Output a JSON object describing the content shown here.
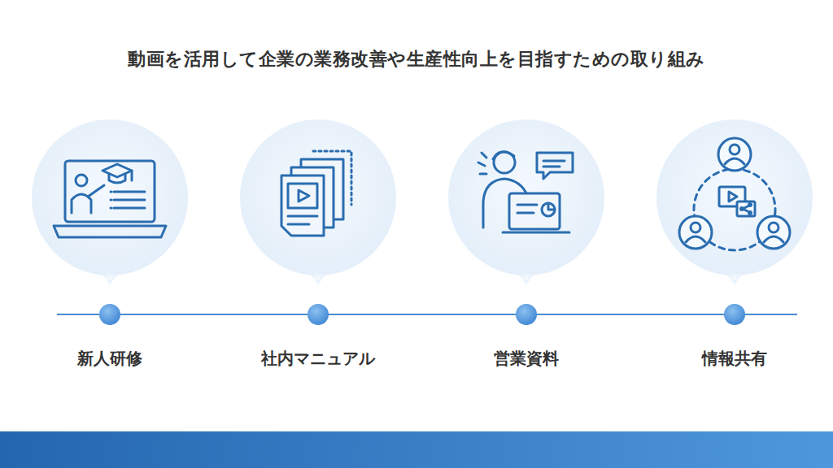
{
  "diagram": {
    "title": "動画を活用して企業の業務改善や生産性向上を目指すための取り組み",
    "labels": [
      "新人研修",
      "社内マニュアル",
      "営業資料",
      "情報共有"
    ]
  }
}
